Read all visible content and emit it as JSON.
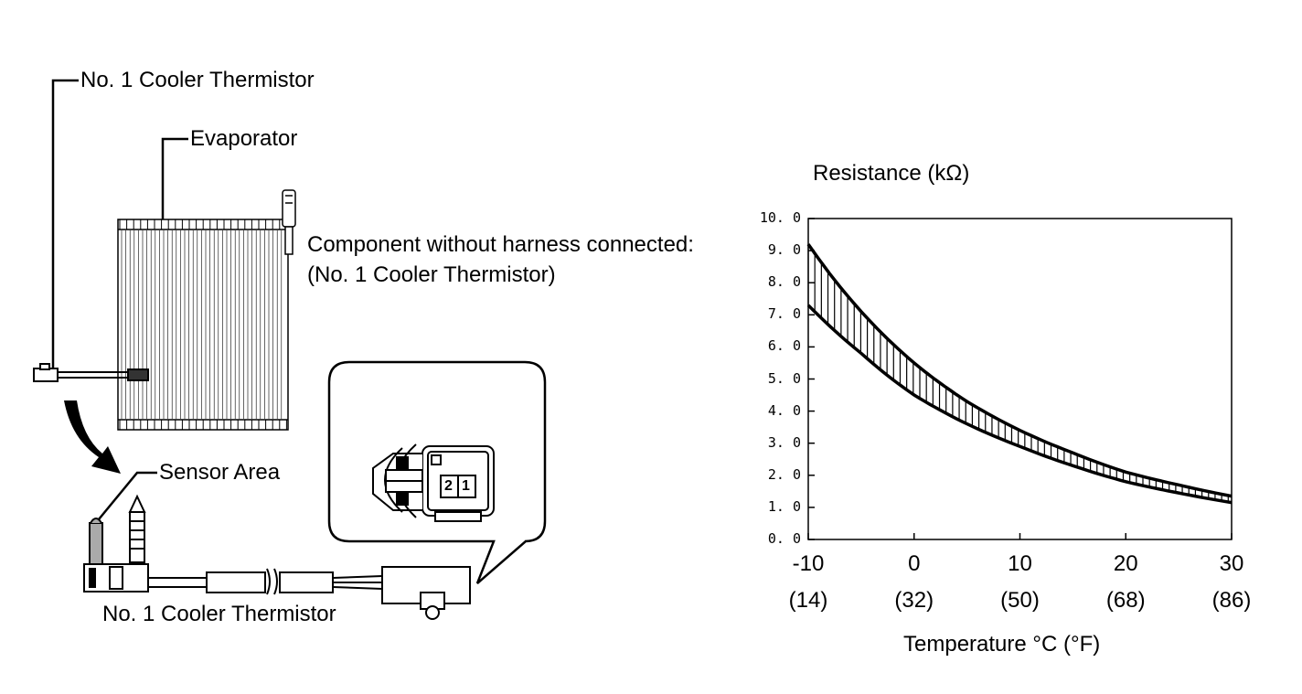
{
  "labels": {
    "thermistor_top": "No. 1 Cooler Thermistor",
    "evaporator": "Evaporator",
    "component_line1": "Component without harness connected:",
    "component_line2": "(No. 1 Cooler Thermistor)",
    "sensor_area": "Sensor Area",
    "thermistor_bottom": "No. 1 Cooler Thermistor",
    "pin2": "2",
    "pin1": "1"
  },
  "chart_data": {
    "type": "area",
    "ylabel": "Resistance (kΩ)",
    "xlabel": "Temperature °C (°F)",
    "xlim": [
      -10,
      30
    ],
    "ylim": [
      0,
      10
    ],
    "y_ticks": [
      "0.0",
      "1.0",
      "2.0",
      "3.0",
      "4.0",
      "5.0",
      "6.0",
      "7.0",
      "8.0",
      "9.0",
      "10.0"
    ],
    "x_ticks": [
      {
        "value": -10,
        "c": "-10",
        "f": "(14)"
      },
      {
        "value": 0,
        "c": "0",
        "f": "(32)"
      },
      {
        "value": 10,
        "c": "10",
        "f": "(50)"
      },
      {
        "value": 20,
        "c": "20",
        "f": "(68)"
      },
      {
        "value": 30,
        "c": "30",
        "f": "(86)"
      }
    ],
    "series": [
      {
        "x": [
          -10,
          -5,
          0,
          5,
          10,
          15,
          20,
          25,
          30
        ],
        "values": [
          9.2,
          7.1,
          5.5,
          4.3,
          3.4,
          2.7,
          2.1,
          1.7,
          1.35
        ]
      },
      {
        "x": [
          -10,
          -5,
          0,
          5,
          10,
          15,
          20,
          25,
          30
        ],
        "values": [
          7.3,
          5.8,
          4.5,
          3.6,
          2.9,
          2.3,
          1.8,
          1.45,
          1.15
        ]
      }
    ]
  }
}
